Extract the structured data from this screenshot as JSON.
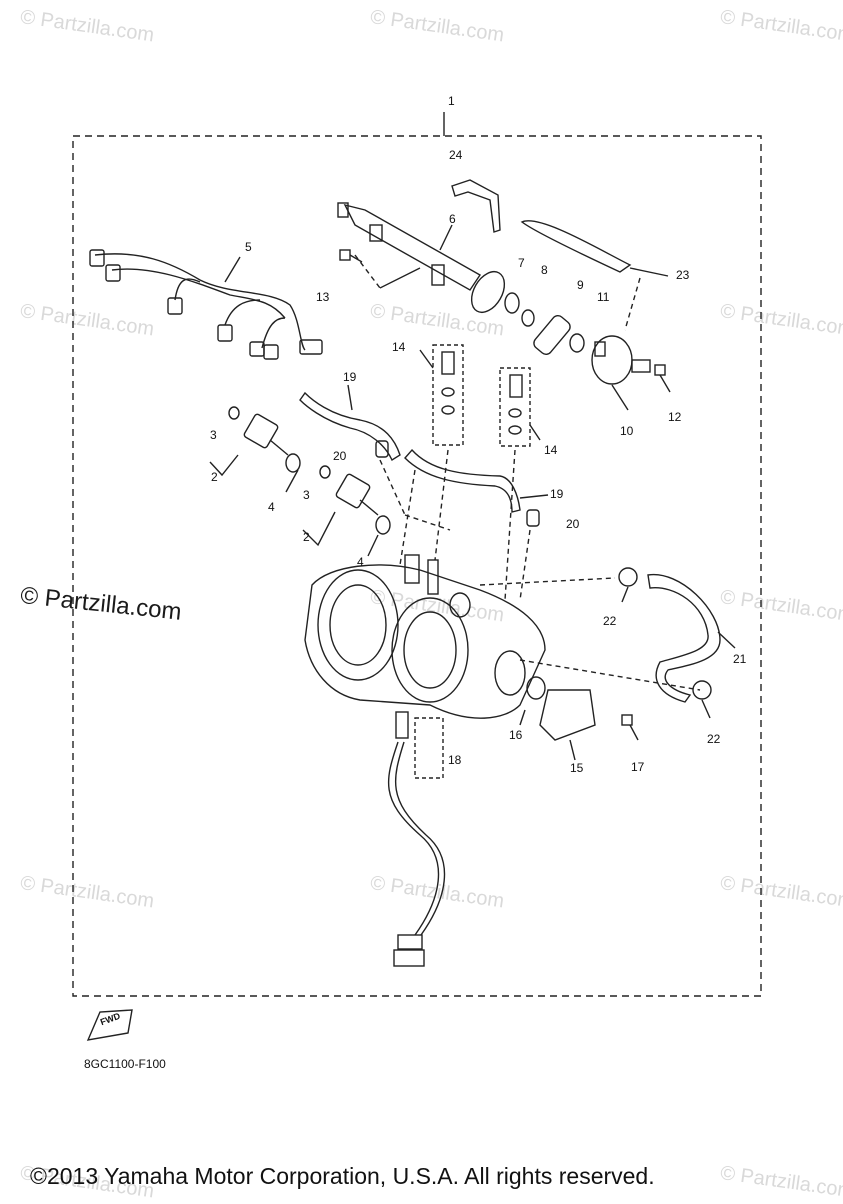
{
  "watermark": {
    "text": "© Partzilla.com",
    "main_text": "© Partzilla.com"
  },
  "diagram": {
    "callouts": [
      "1",
      "2",
      "2",
      "3",
      "3",
      "4",
      "4",
      "5",
      "6",
      "7",
      "8",
      "9",
      "10",
      "11",
      "12",
      "13",
      "14",
      "14",
      "15",
      "16",
      "17",
      "18",
      "19",
      "19",
      "20",
      "20",
      "21",
      "22",
      "22",
      "23",
      "24"
    ],
    "fwd_label": "FWD",
    "drawing_code": "8GC1100-F100"
  },
  "footer": {
    "copyright": "©2013 Yamaha Motor Corporation, U.S.A. All rights reserved."
  }
}
